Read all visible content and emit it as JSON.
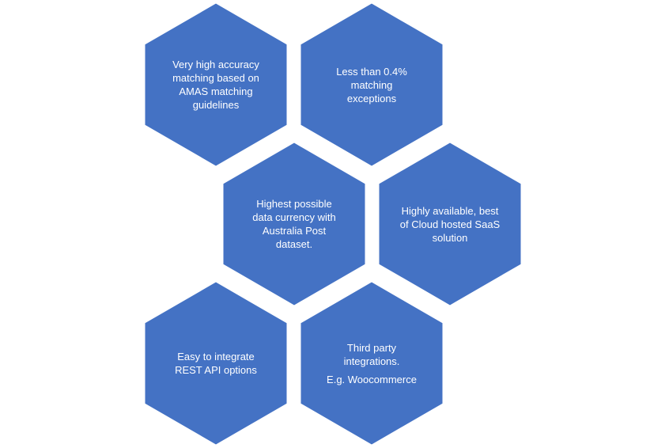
{
  "style": {
    "hex_fill": "#4472C4",
    "hex_stroke": "#ffffff",
    "text_color": "#ffffff",
    "background": "#ffffff"
  },
  "hexagons": [
    {
      "id": "accuracy",
      "lines": [
        "Very high accuracy",
        "matching based on",
        "AMAS matching",
        "guidelines"
      ]
    },
    {
      "id": "exceptions",
      "lines": [
        "Less than 0.4%",
        "matching",
        "exceptions"
      ]
    },
    {
      "id": "currency",
      "lines": [
        "Highest possible",
        "data currency with",
        "Australia Post",
        "dataset."
      ]
    },
    {
      "id": "availability",
      "lines": [
        "Highly available, best",
        "of Cloud hosted SaaS",
        "solution"
      ]
    },
    {
      "id": "integrate",
      "lines": [
        "Easy to integrate",
        "REST API options"
      ]
    },
    {
      "id": "third-party",
      "lines": [
        "Third party",
        "integrations."
      ],
      "extra": "E.g. Woocommerce"
    }
  ]
}
